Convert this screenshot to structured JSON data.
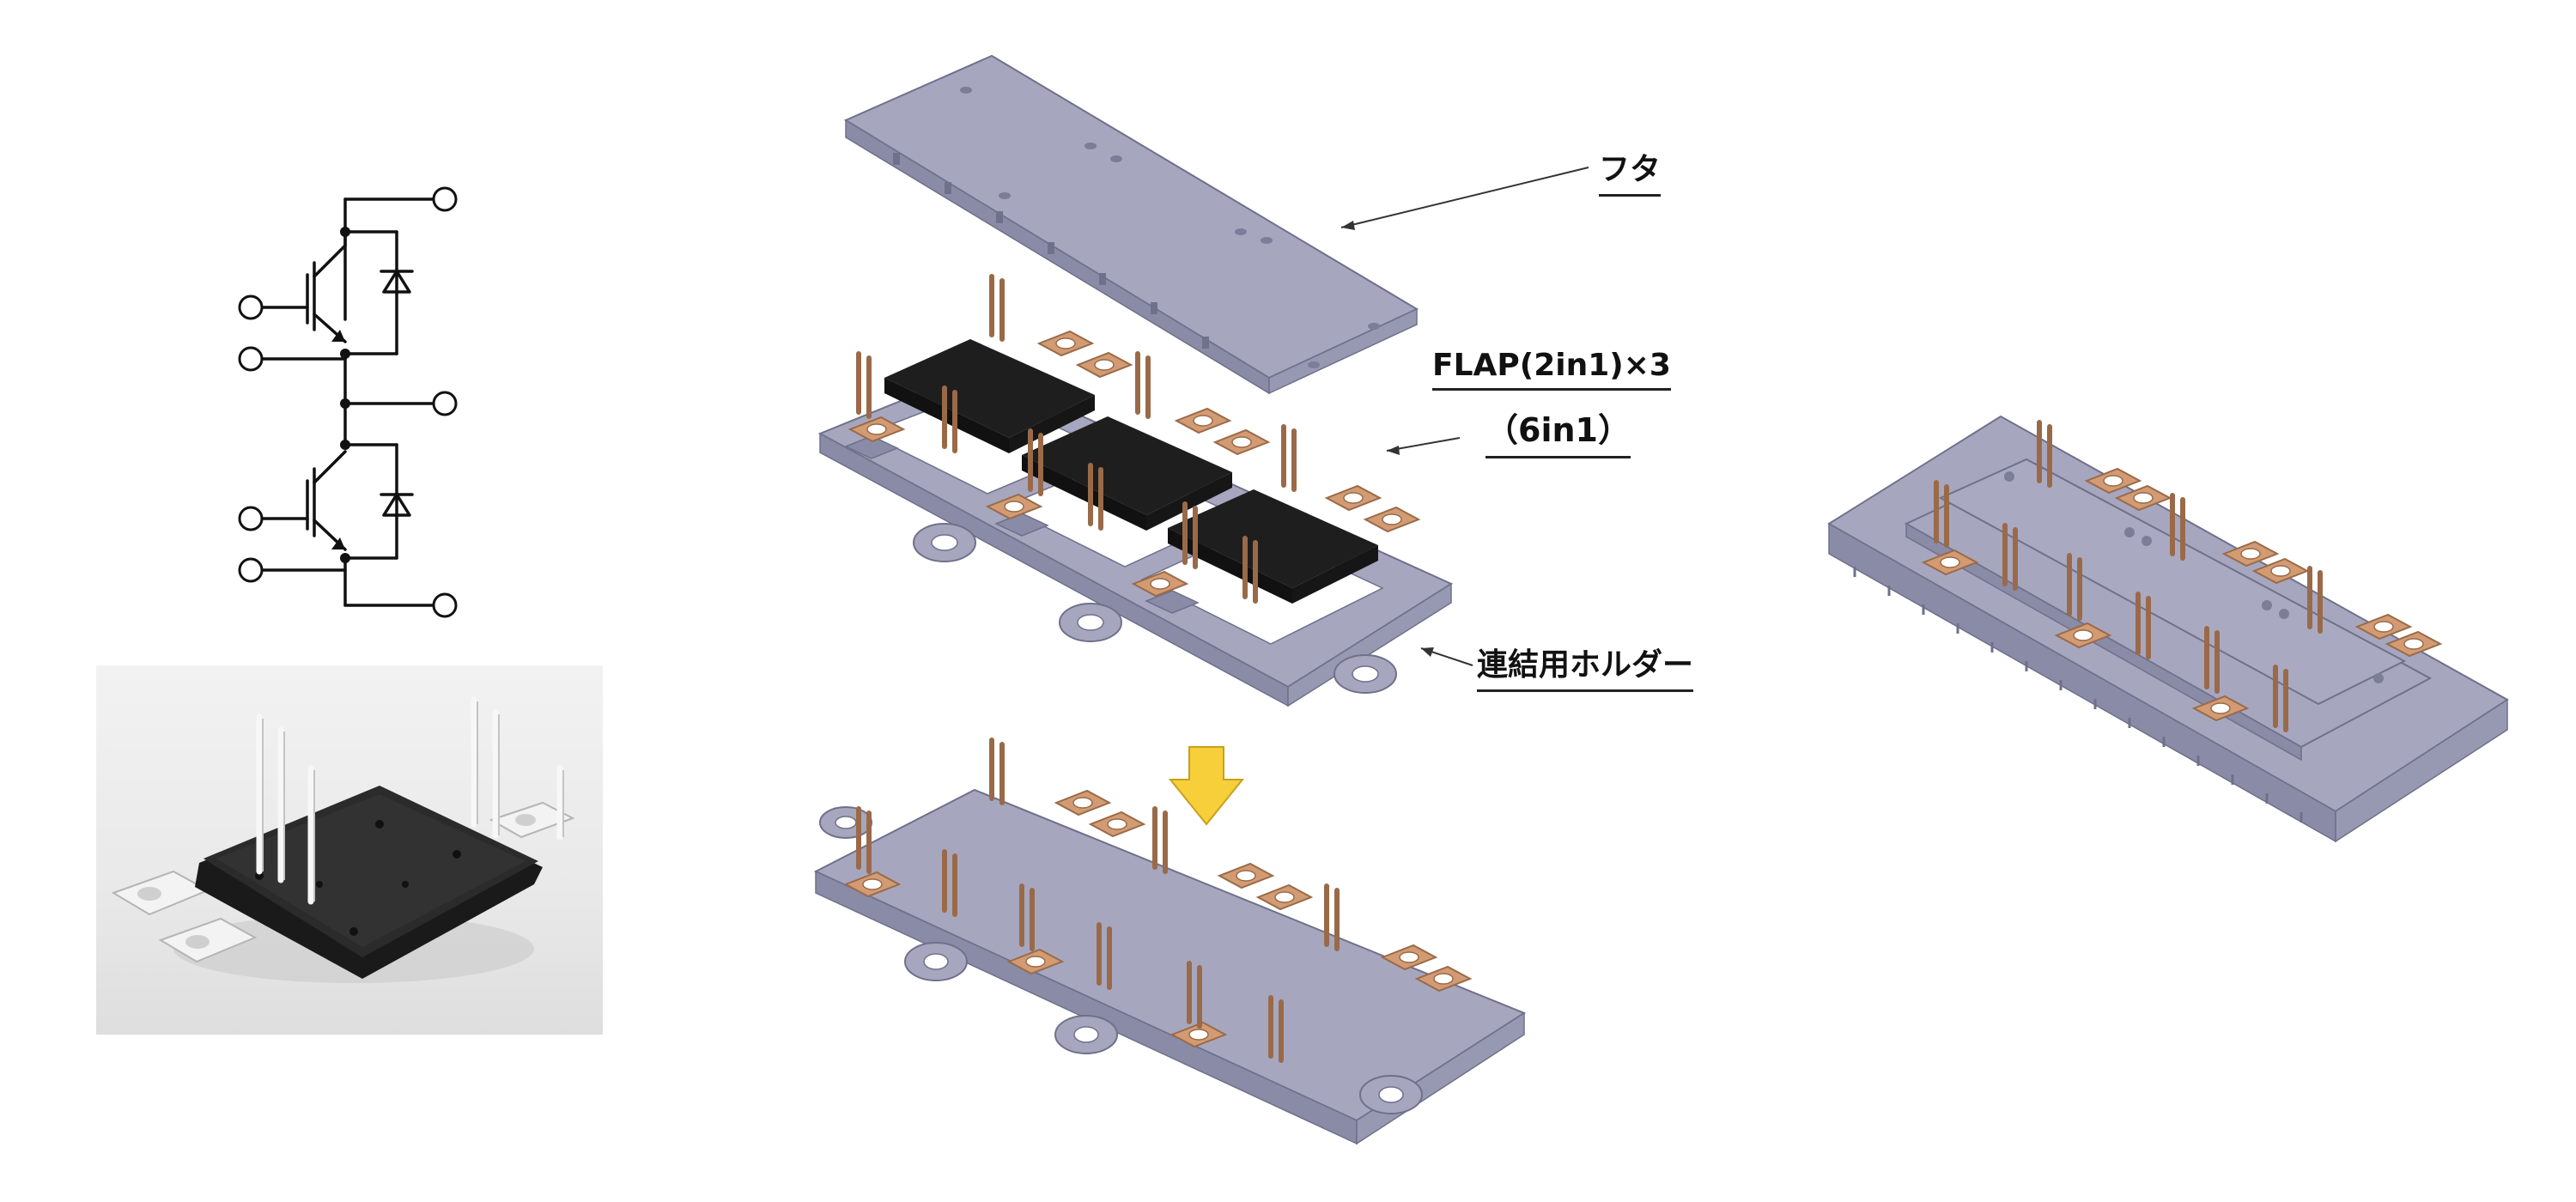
{
  "labels": {
    "lid": "フタ",
    "flap_line1": "FLAP(2in1)×3",
    "flap_line2": "（6in1）",
    "holder": "連結用ホルダー"
  },
  "colors": {
    "plate": "#a6a7bf",
    "plate_side": "#8a8ba6",
    "plate_dark": "#6f708a",
    "module_body": "#2a2a2a",
    "terminal": "#d29b73",
    "terminal_dark": "#9a6a48",
    "pin": "#9a6a48",
    "arrow": "#f6cf3a",
    "line": "#111111"
  }
}
